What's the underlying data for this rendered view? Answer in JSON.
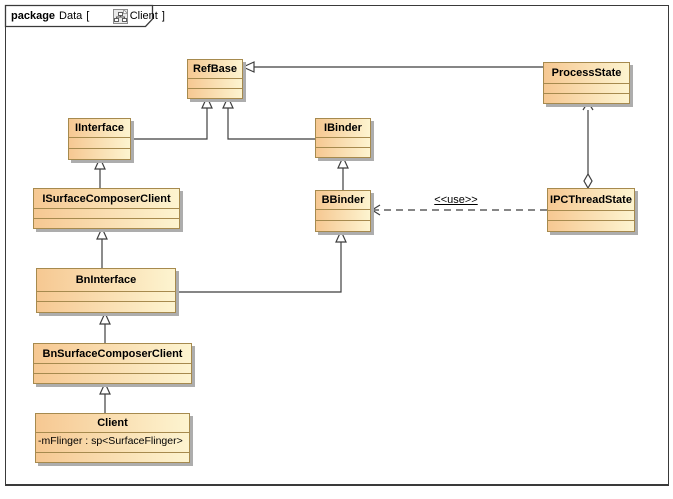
{
  "package_header": {
    "keyword": "package",
    "scope_name": "Data",
    "open_bracket": "[",
    "diagram_name": "Client",
    "close_bracket": "]",
    "icon": "class-diagram-icon"
  },
  "colors": {
    "box_fill_start": "#F6C892",
    "box_fill_end": "#FDF4D0",
    "box_border": "#A68A4E",
    "shadow_color": "#ADADAD",
    "line_color": "#3F3F3F",
    "frame_color": "#3A3A3A"
  },
  "classes": [
    {
      "name": "RefBase",
      "attributes": [],
      "operations": []
    },
    {
      "name": "ProcessState",
      "attributes": [],
      "operations": []
    },
    {
      "name": "IInterface",
      "attributes": [],
      "operations": []
    },
    {
      "name": "IBinder",
      "attributes": [],
      "operations": []
    },
    {
      "name": "ISurfaceComposerClient",
      "attributes": [],
      "operations": []
    },
    {
      "name": "BBinder",
      "attributes": [],
      "operations": []
    },
    {
      "name": "IPCThreadState",
      "attributes": [],
      "operations": []
    },
    {
      "name": "BnInterface",
      "attributes": [],
      "operations": []
    },
    {
      "name": "BnSurfaceComposerClient",
      "attributes": [],
      "operations": []
    },
    {
      "name": "Client",
      "attributes": [
        "-mFlinger : sp<SurfaceFlinger>"
      ],
      "operations": []
    }
  ],
  "connectors": {
    "use_label": "<<use>>",
    "relations": [
      {
        "from": "ProcessState",
        "to": "RefBase",
        "type": "generalization"
      },
      {
        "from": "IInterface",
        "to": "RefBase",
        "type": "generalization"
      },
      {
        "from": "IBinder",
        "to": "RefBase",
        "type": "generalization"
      },
      {
        "from": "ISurfaceComposerClient",
        "to": "IInterface",
        "type": "generalization"
      },
      {
        "from": "BBinder",
        "to": "IBinder",
        "type": "generalization"
      },
      {
        "from": "BnInterface",
        "to": "ISurfaceComposerClient",
        "type": "generalization"
      },
      {
        "from": "BnInterface",
        "to": "BBinder",
        "type": "generalization"
      },
      {
        "from": "BnSurfaceComposerClient",
        "to": "BnInterface",
        "type": "generalization"
      },
      {
        "from": "Client",
        "to": "BnSurfaceComposerClient",
        "type": "generalization"
      },
      {
        "from": "IPCThreadState",
        "to": "ProcessState",
        "type": "aggregation-navigable"
      },
      {
        "from": "IPCThreadState",
        "to": "BBinder",
        "type": "dependency",
        "stereotype": "<<use>>"
      }
    ]
  }
}
